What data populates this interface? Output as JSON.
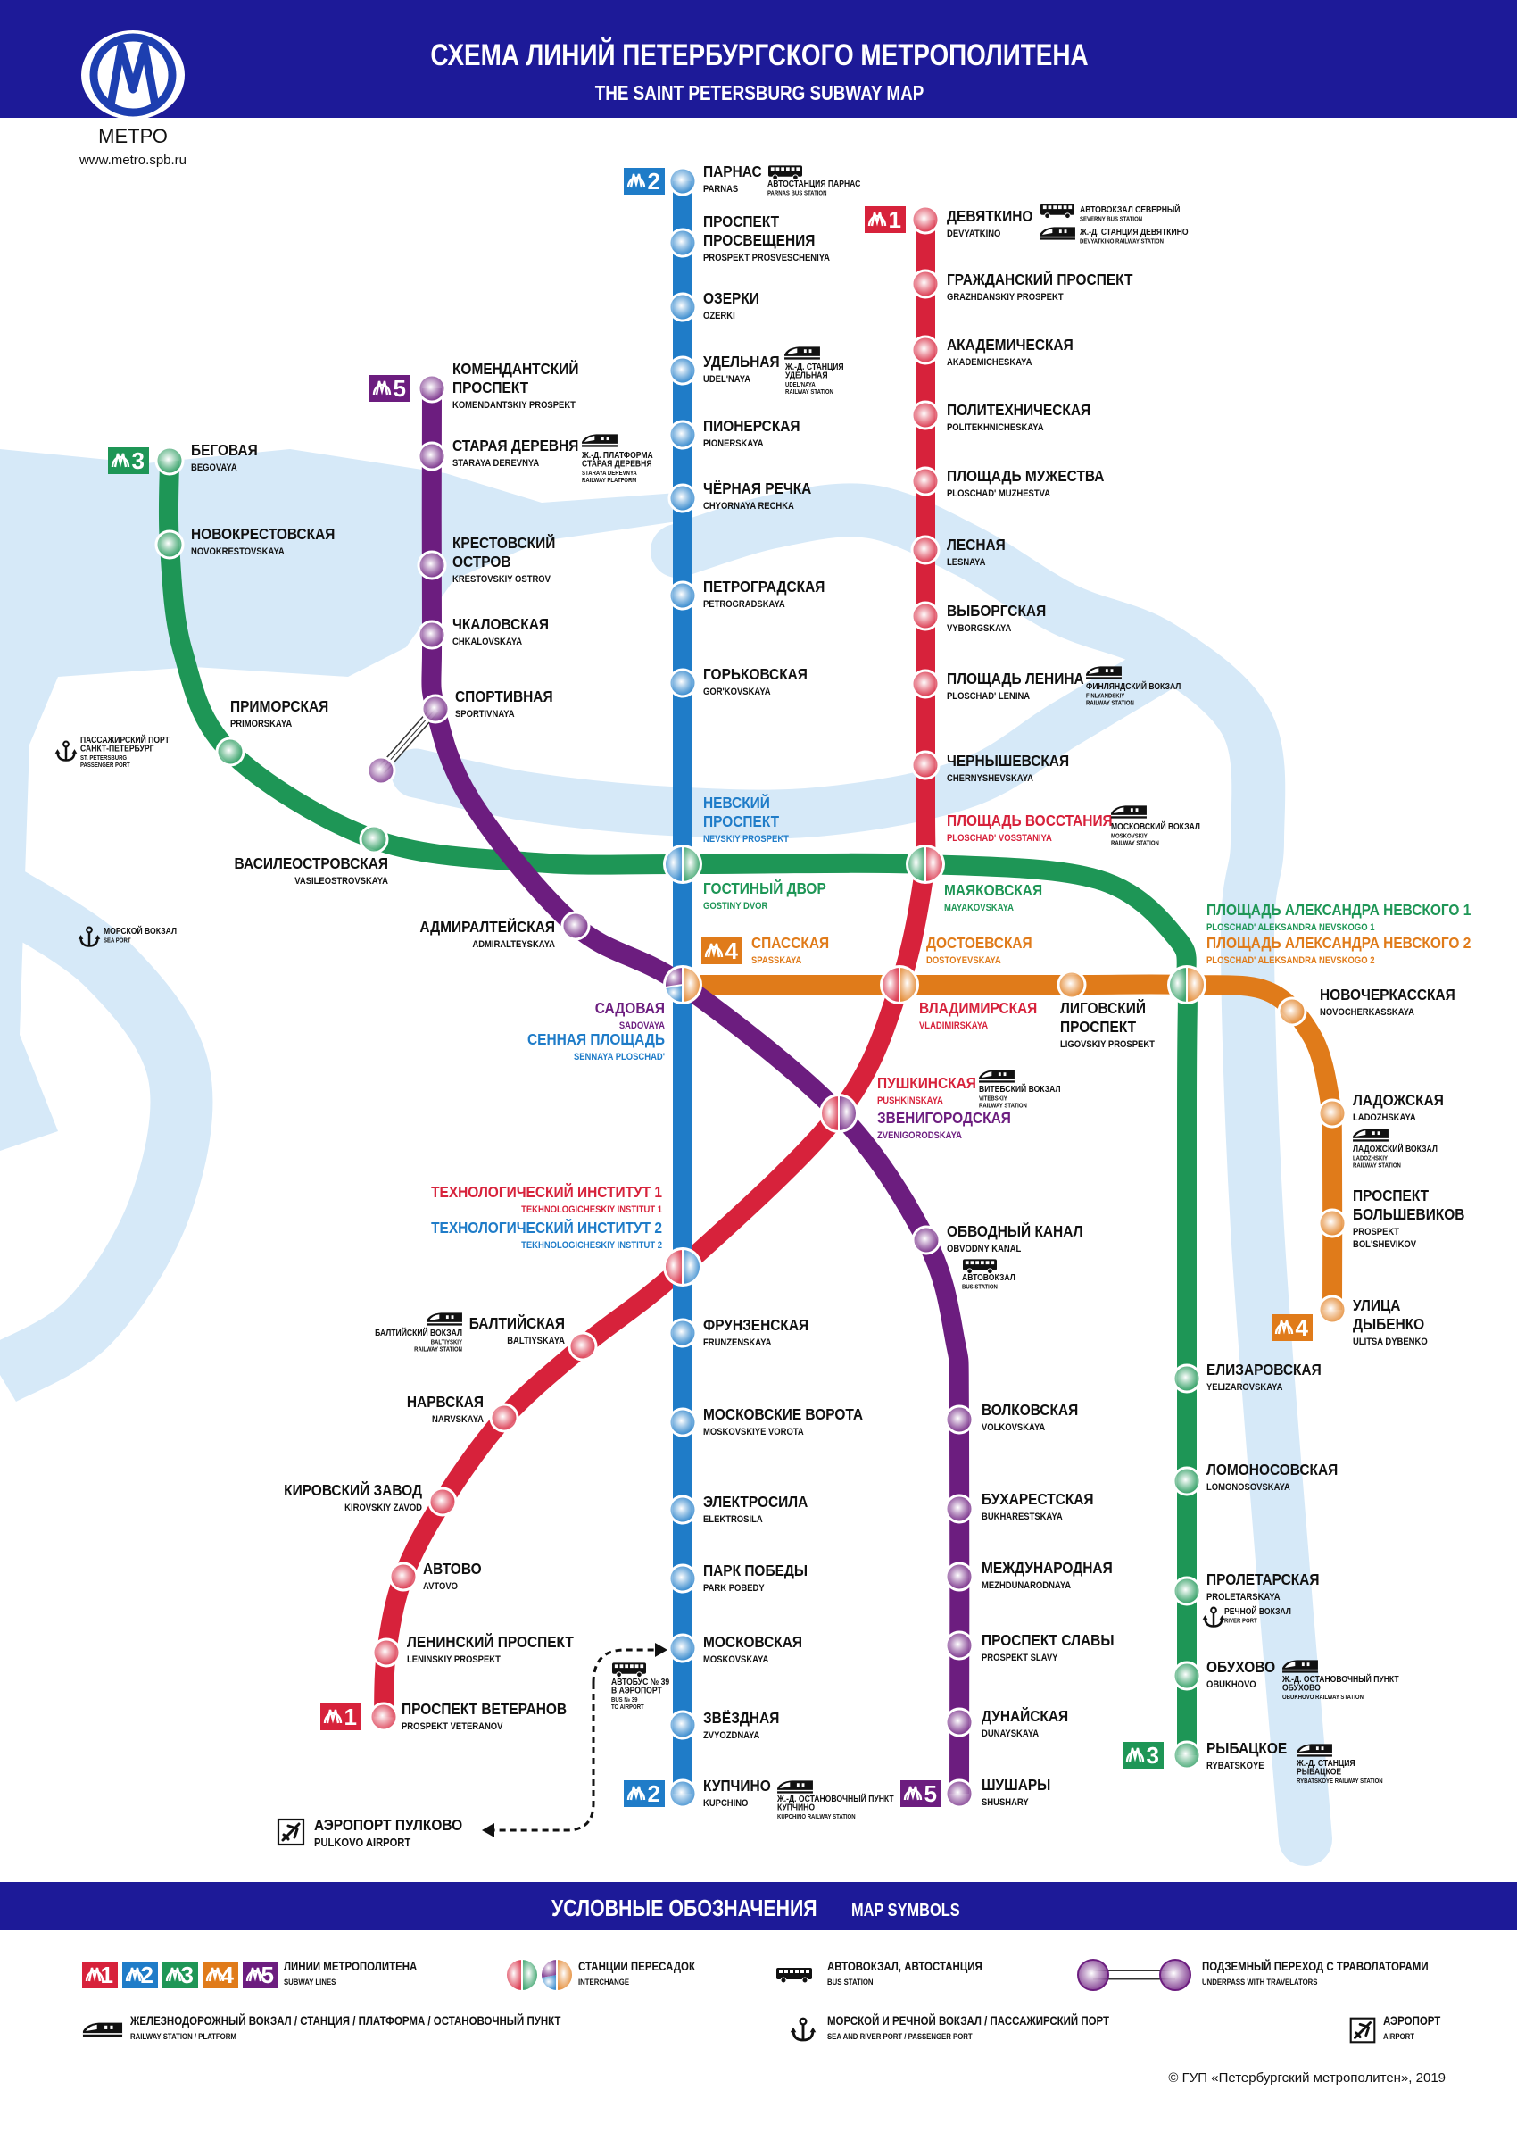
{
  "header": {
    "title": "СХЕМА ЛИНИЙ ПЕТЕРБУРГСКОГО МЕТРОПОЛИТЕНА",
    "subtitle": "THE SAINT PETERSBURG SUBWAY MAP",
    "logo_text": "МЕТРО",
    "url": "www.metro.spb.ru"
  },
  "colors": {
    "header_band": "#1d1a98",
    "water": "#d6e9f8",
    "line1": "#d7223b",
    "line2": "#1f7cc8",
    "line3": "#1e9656",
    "line4": "#e07b1a",
    "line5": "#6c1d7f"
  },
  "lines": [
    {
      "badge": "1",
      "color": "#d7223b",
      "stations": [
        {
          "ru": [
            "ДЕВЯТКИНО"
          ],
          "en": [
            "DEVYATKINO"
          ]
        },
        {
          "ru": [
            "ГРАЖДАНСКИЙ ПРОСПЕКТ"
          ],
          "en": [
            "GRAZHDANSKIY PROSPEKT"
          ]
        },
        {
          "ru": [
            "АКАДЕМИЧЕСКАЯ"
          ],
          "en": [
            "AKADEMICHESKAYA"
          ]
        },
        {
          "ru": [
            "ПОЛИТЕХНИЧЕСКАЯ"
          ],
          "en": [
            "POLITEKHNICHESKAYA"
          ]
        },
        {
          "ru": [
            "ПЛОЩАДЬ МУЖЕСТВА"
          ],
          "en": [
            "PLOSCHAD' MUZHESTVA"
          ]
        },
        {
          "ru": [
            "ЛЕСНАЯ"
          ],
          "en": [
            "LESNAYA"
          ]
        },
        {
          "ru": [
            "ВЫБОРГСКАЯ"
          ],
          "en": [
            "VYBORGSKAYA"
          ]
        },
        {
          "ru": [
            "ПЛОЩАДЬ ЛЕНИНА"
          ],
          "en": [
            "PLOSCHAD' LENINA"
          ]
        },
        {
          "ru": [
            "ЧЕРНЫШЕВСКАЯ"
          ],
          "en": [
            "CHERNYSHEVSKAYA"
          ]
        },
        {
          "ru": [
            "ПЛОЩАДЬ ВОССТАНИЯ"
          ],
          "en": [
            "PLOSCHAD' VOSSTANIYA"
          ]
        },
        {
          "ru": [
            "ВЛАДИМИРСКАЯ"
          ],
          "en": [
            "VLADIMIRSKAYA"
          ]
        },
        {
          "ru": [
            "ПУШКИНСКАЯ"
          ],
          "en": [
            "PUSHKINSKAYA"
          ]
        },
        {
          "ru": [
            "ТЕХНОЛОГИЧЕСКИЙ ИНСТИТУТ 1"
          ],
          "en": [
            "TEKHNOLOGICHESKIY INSTITUT 1"
          ]
        },
        {
          "ru": [
            "БАЛТИЙСКАЯ"
          ],
          "en": [
            "BALTIYSKAYA"
          ]
        },
        {
          "ru": [
            "НАРВСКАЯ"
          ],
          "en": [
            "NARVSKAYA"
          ]
        },
        {
          "ru": [
            "КИРОВСКИЙ ЗАВОД"
          ],
          "en": [
            "KIROVSKIY ZAVOD"
          ]
        },
        {
          "ru": [
            "АВТОВО"
          ],
          "en": [
            "AVTOVO"
          ]
        },
        {
          "ru": [
            "ЛЕНИНСКИЙ ПРОСПЕКТ"
          ],
          "en": [
            "LENINSKIY PROSPEKT"
          ]
        },
        {
          "ru": [
            "ПРОСПЕКТ ВЕТЕРАНОВ"
          ],
          "en": [
            "PROSPEKT VETERANOV"
          ]
        }
      ]
    },
    {
      "badge": "2",
      "color": "#1f7cc8",
      "stations": [
        {
          "ru": [
            "ПАРНАС"
          ],
          "en": [
            "PARNAS"
          ]
        },
        {
          "ru": [
            "ПРОСПЕКТ",
            "ПРОСВЕЩЕНИЯ"
          ],
          "en": [
            "PROSPEKT PROSVESCHENIYA"
          ]
        },
        {
          "ru": [
            "ОЗЕРКИ"
          ],
          "en": [
            "OZERKI"
          ]
        },
        {
          "ru": [
            "УДЕЛЬНАЯ"
          ],
          "en": [
            "UDEL'NAYA"
          ]
        },
        {
          "ru": [
            "ПИОНЕРСКАЯ"
          ],
          "en": [
            "PIONERSKAYA"
          ]
        },
        {
          "ru": [
            "ЧЁРНАЯ РЕЧКА"
          ],
          "en": [
            "CHYORNAYA RECHKA"
          ]
        },
        {
          "ru": [
            "ПЕТРОГРАДСКАЯ"
          ],
          "en": [
            "PETROGRADSKAYA"
          ]
        },
        {
          "ru": [
            "ГОРЬКОВСКАЯ"
          ],
          "en": [
            "GOR'KOVSKAYA"
          ]
        },
        {
          "ru": [
            "НЕВСКИЙ",
            "ПРОСПЕКТ"
          ],
          "en": [
            "NEVSKIY PROSPEKT"
          ]
        },
        {
          "ru": [
            "СЕННАЯ ПЛОЩАДЬ"
          ],
          "en": [
            "SENNAYA PLOSCHAD'"
          ]
        },
        {
          "ru": [
            "ТЕХНОЛОГИЧЕСКИЙ ИНСТИТУТ 2"
          ],
          "en": [
            "TEKHNOLOGICHESKIY INSTITUT 2"
          ]
        },
        {
          "ru": [
            "ФРУНЗЕНСКАЯ"
          ],
          "en": [
            "FRUNZENSKAYA"
          ]
        },
        {
          "ru": [
            "МОСКОВСКИЕ ВОРОТА"
          ],
          "en": [
            "MOSKOVSKIYE VOROTA"
          ]
        },
        {
          "ru": [
            "ЭЛЕКТРОСИЛА"
          ],
          "en": [
            "ELEKTROSILA"
          ]
        },
        {
          "ru": [
            "ПАРК ПОБЕДЫ"
          ],
          "en": [
            "PARK POBEDY"
          ]
        },
        {
          "ru": [
            "МОСКОВСКАЯ"
          ],
          "en": [
            "MOSKOVSKAYA"
          ]
        },
        {
          "ru": [
            "ЗВЁЗДНАЯ"
          ],
          "en": [
            "ZVYOZDNAYA"
          ]
        },
        {
          "ru": [
            "КУПЧИНО"
          ],
          "en": [
            "KUPCHINO"
          ]
        }
      ]
    },
    {
      "badge": "3",
      "color": "#1e9656",
      "stations": [
        {
          "ru": [
            "БЕГОВАЯ"
          ],
          "en": [
            "BEGOVAYA"
          ]
        },
        {
          "ru": [
            "НОВОКРЕСТОВСКАЯ"
          ],
          "en": [
            "NOVOKRESTOVSKAYA"
          ]
        },
        {
          "ru": [
            "ПРИМОРСКАЯ"
          ],
          "en": [
            "PRIMORSKAYA"
          ]
        },
        {
          "ru": [
            "ВАСИЛЕОСТРОВСКАЯ"
          ],
          "en": [
            "VASILEOSTROVSKAYA"
          ]
        },
        {
          "ru": [
            "ГОСТИНЫЙ ДВОР"
          ],
          "en": [
            "GOSTINY DVOR"
          ]
        },
        {
          "ru": [
            "МАЯКОВСКАЯ"
          ],
          "en": [
            "MAYAKOVSKAYA"
          ]
        },
        {
          "ru": [
            "ПЛОЩАДЬ АЛЕКСАНДРА НЕВСКОГО 1"
          ],
          "en": [
            "PLOSCHAD' ALEKSANDRA NEVSKOGO 1"
          ]
        },
        {
          "ru": [
            "ЕЛИЗАРОВСКАЯ"
          ],
          "en": [
            "YELIZAROVSKAYA"
          ]
        },
        {
          "ru": [
            "ЛОМОНОСОВСКАЯ"
          ],
          "en": [
            "LOMONOSOVSKAYA"
          ]
        },
        {
          "ru": [
            "ПРОЛЕТАРСКАЯ"
          ],
          "en": [
            "PROLETARSKAYA"
          ]
        },
        {
          "ru": [
            "ОБУХОВО"
          ],
          "en": [
            "OBUKHOVO"
          ]
        },
        {
          "ru": [
            "РЫБАЦКОЕ"
          ],
          "en": [
            "RYBATSKOYE"
          ]
        }
      ]
    },
    {
      "badge": "4",
      "color": "#e07b1a",
      "stations": [
        {
          "ru": [
            "СПАССКАЯ"
          ],
          "en": [
            "SPASSKAYA"
          ]
        },
        {
          "ru": [
            "ДОСТОЕВСКАЯ"
          ],
          "en": [
            "DOSTOYEVSKAYA"
          ]
        },
        {
          "ru": [
            "ЛИГОВСКИЙ",
            "ПРОСПЕКТ"
          ],
          "en": [
            "LIGOVSKIY PROSPEKT"
          ]
        },
        {
          "ru": [
            "ПЛОЩАДЬ АЛЕКСАНДРА НЕВСКОГО 2"
          ],
          "en": [
            "PLOSCHAD' ALEKSANDRA NEVSKOGO 2"
          ]
        },
        {
          "ru": [
            "НОВОЧЕРКАССКАЯ"
          ],
          "en": [
            "NOVOCHERKASSKAYA"
          ]
        },
        {
          "ru": [
            "ЛАДОЖСКАЯ"
          ],
          "en": [
            "LADOZHSKAYA"
          ]
        },
        {
          "ru": [
            "ПРОСПЕКТ",
            "БОЛЬШЕВИКОВ"
          ],
          "en": [
            "PROSPEKT",
            "BOL'SHEVIKOV"
          ]
        },
        {
          "ru": [
            "УЛИЦА",
            "ДЫБЕНКО"
          ],
          "en": [
            "ULITSA DYBENKO"
          ]
        }
      ]
    },
    {
      "badge": "5",
      "color": "#6c1d7f",
      "stations": [
        {
          "ru": [
            "КОМЕНДАНТСКИЙ",
            "ПРОСПЕКТ"
          ],
          "en": [
            "KOMENDANTSKIY PROSPEKT"
          ]
        },
        {
          "ru": [
            "СТАРАЯ ДЕРЕВНЯ"
          ],
          "en": [
            "STARAYA DEREVNYA"
          ]
        },
        {
          "ru": [
            "КРЕСТОВСКИЙ",
            "ОСТРОВ"
          ],
          "en": [
            "KRESTOVSKIY OSTROV"
          ]
        },
        {
          "ru": [
            "ЧКАЛОВСКАЯ"
          ],
          "en": [
            "CHKALOVSKAYA"
          ]
        },
        {
          "ru": [
            "СПОРТИВНАЯ"
          ],
          "en": [
            "SPORTIVNAYA"
          ]
        },
        {
          "ru": [
            "АДМИРАЛТЕЙСКАЯ"
          ],
          "en": [
            "ADMIRALTEYSKAYA"
          ]
        },
        {
          "ru": [
            "САДОВАЯ"
          ],
          "en": [
            "SADOVAYA"
          ]
        },
        {
          "ru": [
            "ЗВЕНИГОРОДСКАЯ"
          ],
          "en": [
            "ZVENIGORODSKAYA"
          ]
        },
        {
          "ru": [
            "ОБВОДНЫЙ КАНАЛ"
          ],
          "en": [
            "OBVODNY KANAL"
          ]
        },
        {
          "ru": [
            "ВОЛКОВСКАЯ"
          ],
          "en": [
            "VOLKOVSKAYA"
          ]
        },
        {
          "ru": [
            "БУХАРЕСТСКАЯ"
          ],
          "en": [
            "BUKHARESTSKAYA"
          ]
        },
        {
          "ru": [
            "МЕЖДУНАРОДНАЯ"
          ],
          "en": [
            "MEZHDUNARODNAYA"
          ]
        },
        {
          "ru": [
            "ПРОСПЕКТ СЛАВЫ"
          ],
          "en": [
            "PROSPEKT SLAVY"
          ]
        },
        {
          "ru": [
            "ДУНАЙСКАЯ"
          ],
          "en": [
            "DUNAYSKAYA"
          ]
        },
        {
          "ru": [
            "ШУШАРЫ"
          ],
          "en": [
            "SHUSHARY"
          ]
        }
      ]
    }
  ],
  "poi": [
    {
      "icon": "bus",
      "ru": [
        "АВТОСТАНЦИЯ ПАРНАС"
      ],
      "en": [
        "PARNAS BUS STATION"
      ]
    },
    {
      "icon": "bus",
      "ru": [
        "АВТОВОКЗАЛ СЕВЕРНЫЙ"
      ],
      "en": [
        "SEVERNY BUS STATION"
      ]
    },
    {
      "icon": "train",
      "ru": [
        "Ж.-Д. СТАНЦИЯ ДЕВЯТКИНО"
      ],
      "en": [
        "DEVYATKINO RAILWAY STATION"
      ]
    },
    {
      "icon": "train",
      "ru": [
        "Ж.-Д. СТАНЦИЯ",
        "УДЕЛЬНАЯ"
      ],
      "en": [
        "UDEL'NAYA",
        "RAILWAY STATION"
      ]
    },
    {
      "icon": "train",
      "ru": [
        "Ж.-Д. ПЛАТФОРМА",
        "СТАРАЯ ДЕРЕВНЯ"
      ],
      "en": [
        "STARAYA DEREVNYA",
        "RAILWAY PLATFORM"
      ]
    },
    {
      "icon": "train",
      "ru": [
        "ФИНЛЯНДСКИЙ ВОКЗАЛ"
      ],
      "en": [
        "FINLYANDSKIY",
        "RAILWAY STATION"
      ]
    },
    {
      "icon": "train",
      "ru": [
        "МОСКОВСКИЙ ВОКЗАЛ"
      ],
      "en": [
        "MOSKOVSKIY",
        "RAILWAY STATION"
      ]
    },
    {
      "icon": "train",
      "ru": [
        "ВИТЕБСКИЙ ВОКЗАЛ"
      ],
      "en": [
        "VITEBSKIY",
        "RAILWAY STATION"
      ]
    },
    {
      "icon": "bus",
      "ru": [
        "АВТОВОКЗАЛ"
      ],
      "en": [
        "BUS STATION"
      ]
    },
    {
      "icon": "train",
      "ru": [
        "ЛАДОЖСКИЙ ВОКЗАЛ"
      ],
      "en": [
        "LADOZHSKIY",
        "RAILWAY STATION"
      ]
    },
    {
      "icon": "train",
      "ru": [
        "БАЛТИЙСКИЙ ВОКЗАЛ"
      ],
      "en": [
        "BALTIYSKIY",
        "RAILWAY STATION"
      ]
    },
    {
      "icon": "anchor",
      "ru": [
        "РЕЧНОЙ ВОКЗАЛ"
      ],
      "en": [
        "RIVER PORT"
      ]
    },
    {
      "icon": "train",
      "ru": [
        "Ж.-Д. ОСТАНОВОЧНЫЙ ПУНКТ",
        "ОБУХОВО"
      ],
      "en": [
        "OBUKHOVO RAILWAY STATION"
      ]
    },
    {
      "icon": "train",
      "ru": [
        "Ж.-Д. СТАНЦИЯ",
        "РЫБАЦКОЕ"
      ],
      "en": [
        "RYBATSKOYE RAILWAY STATION"
      ]
    },
    {
      "icon": "train",
      "ru": [
        "Ж.-Д. ОСТАНОВОЧНЫЙ ПУНКТ",
        "КУПЧИНО"
      ],
      "en": [
        "KUPCHINO RAILWAY STATION"
      ]
    },
    {
      "icon": "bus",
      "ru": [
        "АВТОБУС № 39",
        "В АЭРОПОРТ"
      ],
      "en": [
        "BUS № 39",
        "TO AIRPORT"
      ]
    },
    {
      "icon": "anchor",
      "ru": [
        "ПАССАЖИРСКИЙ ПОРТ",
        "САНКТ-ПЕТЕРБУРГ"
      ],
      "en": [
        "ST. PETERSBURG",
        "PASSENGER PORT"
      ]
    },
    {
      "icon": "anchor",
      "ru": [
        "МОРСКОЙ ВОКЗАЛ"
      ],
      "en": [
        "SEA PORT"
      ]
    }
  ],
  "airport": {
    "ru": "АЭРОПОРТ ПУЛКОВО",
    "en": "PULKOVO AIRPORT"
  },
  "legend": {
    "title_ru": "УСЛОВНЫЕ ОБОЗНАЧЕНИЯ",
    "title_en": "MAP SYMBOLS",
    "items": [
      {
        "ru": "ЛИНИИ МЕТРОПОЛИТЕНА",
        "en": "SUBWAY LINES"
      },
      {
        "ru": "СТАНЦИИ ПЕРЕСАДОК",
        "en": "INTERCHANGE"
      },
      {
        "ru": "АВТОВОКЗАЛ, АВТОСТАНЦИЯ",
        "en": "BUS STATION"
      },
      {
        "ru": "ПОДЗЕМНЫЙ ПЕРЕХОД С ТРАВОЛАТОРАМИ",
        "en": "UNDERPASS WITH TRAVELATORS"
      },
      {
        "ru": "ЖЕЛЕЗНОДОРОЖНЫЙ ВОКЗАЛ / СТАНЦИЯ / ПЛАТФОРМА / ОСТАНОВОЧНЫЙ ПУНКТ",
        "en": "RAILWAY STATION / PLATFORM"
      },
      {
        "ru": "МОРСКОЙ И РЕЧНОЙ ВОКЗАЛ / ПАССАЖИРСКИЙ ПОРТ",
        "en": "SEA AND RIVER PORT / PASSENGER PORT"
      },
      {
        "ru": "АЭРОПОРТ",
        "en": "AIRPORT"
      }
    ]
  },
  "copyright": "© ГУП «Петербургский метрополитен», 2019"
}
